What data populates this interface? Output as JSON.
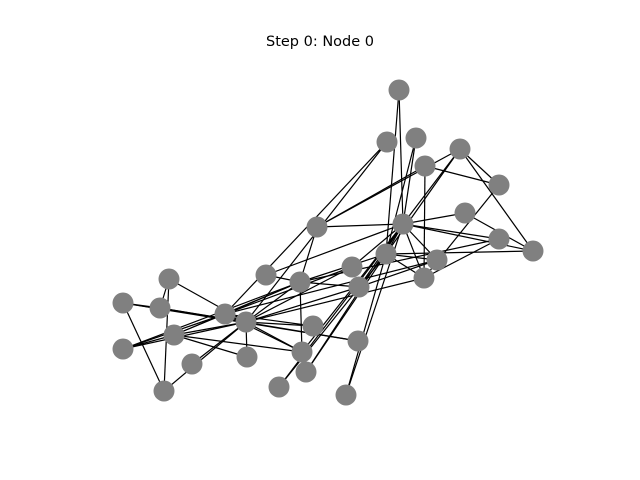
{
  "title": "Step 0: Node 0",
  "colors": {
    "node": "#808080",
    "edge": "#000000",
    "background": "#ffffff"
  },
  "graph": {
    "node_count": 34,
    "edges": [
      [
        0,
        1
      ],
      [
        0,
        2
      ],
      [
        0,
        3
      ],
      [
        0,
        4
      ],
      [
        0,
        5
      ],
      [
        0,
        6
      ],
      [
        0,
        7
      ],
      [
        0,
        8
      ],
      [
        0,
        10
      ],
      [
        0,
        11
      ],
      [
        0,
        12
      ],
      [
        0,
        13
      ],
      [
        0,
        17
      ],
      [
        0,
        19
      ],
      [
        0,
        21
      ],
      [
        0,
        31
      ],
      [
        1,
        2
      ],
      [
        1,
        3
      ],
      [
        1,
        7
      ],
      [
        1,
        13
      ],
      [
        1,
        17
      ],
      [
        1,
        19
      ],
      [
        1,
        21
      ],
      [
        1,
        30
      ],
      [
        2,
        3
      ],
      [
        2,
        7
      ],
      [
        2,
        8
      ],
      [
        2,
        9
      ],
      [
        2,
        13
      ],
      [
        2,
        27
      ],
      [
        2,
        28
      ],
      [
        2,
        32
      ],
      [
        3,
        7
      ],
      [
        3,
        12
      ],
      [
        3,
        13
      ],
      [
        4,
        6
      ],
      [
        4,
        10
      ],
      [
        5,
        6
      ],
      [
        5,
        10
      ],
      [
        5,
        16
      ],
      [
        6,
        16
      ],
      [
        8,
        30
      ],
      [
        8,
        32
      ],
      [
        8,
        33
      ],
      [
        9,
        33
      ],
      [
        13,
        33
      ],
      [
        14,
        32
      ],
      [
        14,
        33
      ],
      [
        15,
        32
      ],
      [
        15,
        33
      ],
      [
        18,
        32
      ],
      [
        18,
        33
      ],
      [
        19,
        33
      ],
      [
        20,
        32
      ],
      [
        20,
        33
      ],
      [
        22,
        32
      ],
      [
        22,
        33
      ],
      [
        23,
        25
      ],
      [
        23,
        27
      ],
      [
        23,
        29
      ],
      [
        23,
        32
      ],
      [
        23,
        33
      ],
      [
        24,
        25
      ],
      [
        24,
        27
      ],
      [
        24,
        31
      ],
      [
        25,
        31
      ],
      [
        26,
        29
      ],
      [
        26,
        33
      ],
      [
        27,
        33
      ],
      [
        28,
        31
      ],
      [
        28,
        33
      ],
      [
        29,
        32
      ],
      [
        29,
        33
      ],
      [
        30,
        32
      ],
      [
        30,
        33
      ],
      [
        31,
        32
      ],
      [
        31,
        33
      ],
      [
        32,
        33
      ]
    ]
  }
}
